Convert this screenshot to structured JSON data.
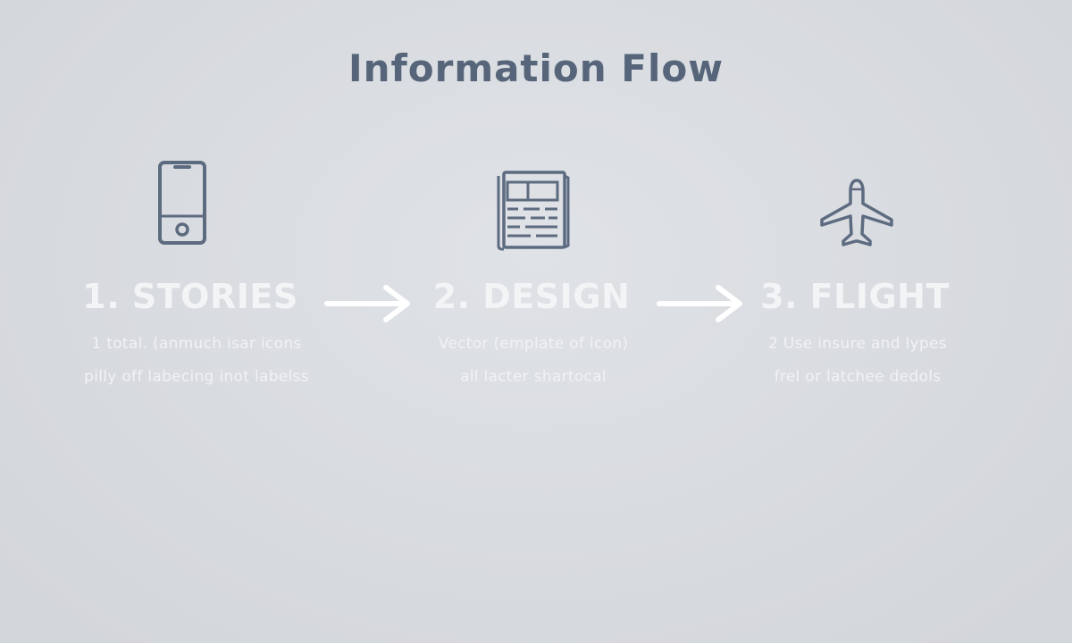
{
  "title": "Information Flow",
  "steps": [
    {
      "icon": "smartphone-icon",
      "title": "1. STORIES",
      "line1": "1 total. (anmuch isar icons",
      "line2": "pilly off labecing inot labelss"
    },
    {
      "icon": "newspaper-icon",
      "title": "2. DESIGN",
      "line1": "Vector (emplate of icon)",
      "line2": "all lacter shartocal"
    },
    {
      "icon": "airplane-icon",
      "title": "3. FLIGHT",
      "line1": "2 Use insure and lypes",
      "line2": "frel or latchee dedols"
    }
  ],
  "colors": {
    "icon": "#5d6b80",
    "title": "#56657a",
    "text": "#f3f4f6"
  }
}
